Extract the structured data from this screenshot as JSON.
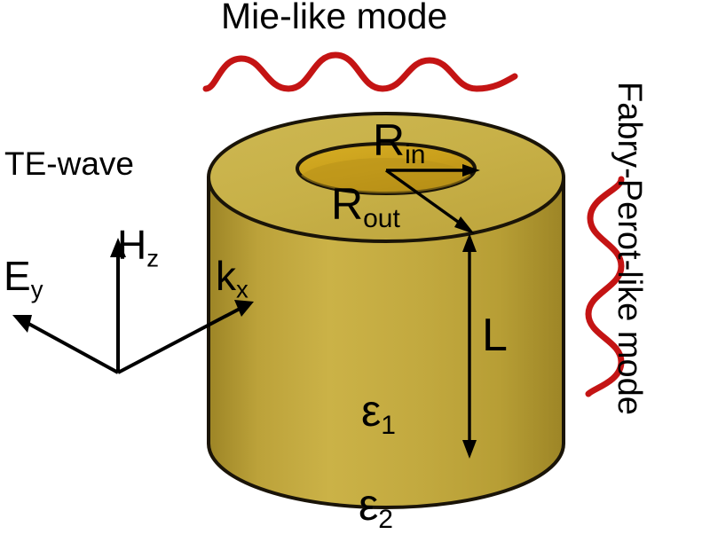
{
  "figure": {
    "type": "schematic-diagram",
    "subject": "dielectric ring (hollow cylinder) resonator illuminated by a TE wave",
    "background_color": "#ffffff"
  },
  "titles": {
    "top": "Mie-like mode",
    "right": "Fabry-Perot-like mode"
  },
  "illumination": {
    "wave_label": "TE-wave"
  },
  "axes": {
    "items": [
      {
        "key": "Ey",
        "base": "E",
        "sub": "y",
        "direction": "up-left"
      },
      {
        "key": "Hz",
        "base": "H",
        "sub": "z",
        "direction": "up"
      },
      {
        "key": "kx",
        "base": "k",
        "sub": "x",
        "direction": "up-right"
      }
    ]
  },
  "geometry": {
    "radius_inner": {
      "base": "R",
      "sub": "in"
    },
    "radius_outer": {
      "base": "R",
      "sub": "out"
    },
    "length": {
      "base": "L",
      "sub": ""
    }
  },
  "permittivity": {
    "inside": {
      "base": "ε",
      "sub": "1"
    },
    "outside": {
      "base": "ε",
      "sub": "2"
    }
  },
  "colors": {
    "wave_red": "#c41414",
    "gold_top": "#c9b34a",
    "gold_body_light": "#cbb247",
    "gold_body_dark": "#a38b29",
    "gold_hole": "#c9a21e",
    "outline": "#1a1408",
    "ink": "#000000"
  },
  "waves": {
    "top": {
      "peaks": 3,
      "orientation": "horizontal",
      "color": "#c41414"
    },
    "right": {
      "peaks": 3,
      "orientation": "vertical",
      "color": "#c41414"
    }
  }
}
